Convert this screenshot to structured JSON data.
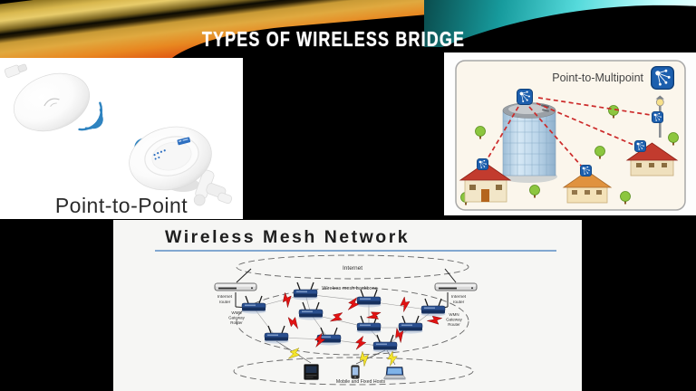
{
  "slide": {
    "title": "TYPES OF WIRELESS BRIDGE"
  },
  "colors": {
    "slide_background": "#000000",
    "title_text": "#ffffff",
    "header_flame_orange": "#e88720",
    "header_flame_red": "#c22807",
    "header_cyan_wave": "#55dadb",
    "wifi_signal_blue": "#2e83c0",
    "access_point_blue": "#1c5fae",
    "multipoint_link_red": "#cc2a2a",
    "mesh_bolt_red": "#e21313",
    "mesh_bolt_yellow": "#f4e42c",
    "mesh_rule_blue": "#5b8ec4"
  },
  "point_to_point": {
    "caption": "Point-to-Point"
  },
  "point_to_multipoint": {
    "title": "Point-to-Multipoint"
  },
  "mesh_network": {
    "title": "Wireless Mesh Network",
    "internet_label": "Internet",
    "backbone_label": "Wireless mesh backbone",
    "hosts_label": "Mobile and Fixed Hosts",
    "internet_router": {
      "line1": "Internet",
      "line2": "router"
    },
    "gateway_router": {
      "line1": "WMN",
      "line2": "Gateway",
      "line3": "Router"
    }
  },
  "icons": {
    "access_point": "blue rounded square with white radiating dots",
    "wireless_router": "blue router with two antennas",
    "lightning_bolt": "zigzag bolt",
    "tree": "green round tree",
    "lamp_post": "street lamp"
  }
}
